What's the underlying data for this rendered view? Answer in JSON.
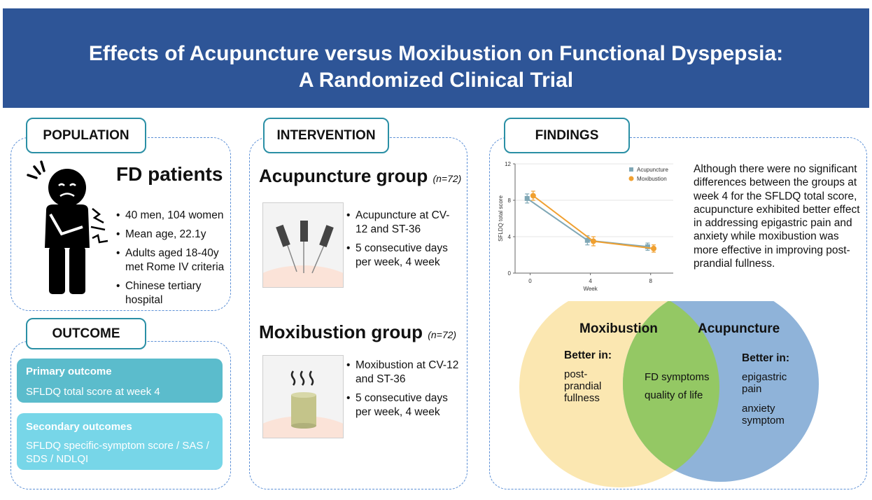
{
  "title": {
    "line1": "Effects of Acupuncture versus Moxibustion on Functional Dyspepsia:",
    "line2": "A Randomized Clinical Trial"
  },
  "population": {
    "tag": "POPULATION",
    "heading": "FD patients",
    "bullets": [
      "40 men, 104 women",
      "Mean age, 22.1y",
      "Adults aged 18-40y met Rome IV criteria",
      "Chinese tertiary hospital"
    ]
  },
  "intervention": {
    "tag": "INTERVENTION",
    "acupuncture": {
      "title": "Acupuncture group",
      "n": "(n=72)",
      "bullets": [
        "Acupuncture at CV-12 and ST-36",
        "5 consecutive days per week, 4 week"
      ]
    },
    "moxibustion": {
      "title": "Moxibustion group",
      "n": "(n=72)",
      "bullets": [
        "Moxibustion at CV-12 and ST-36",
        "5 consecutive days per week, 4 week"
      ]
    }
  },
  "outcome": {
    "tag": "OUTCOME",
    "primary_title": "Primary outcome",
    "primary_text": "SFLDQ total score at week 4",
    "secondary_title": "Secondary outcomes",
    "secondary_text": "SFLDQ specific-symptom score / SAS / SDS / NDLQI"
  },
  "findings": {
    "tag": "FINDINGS",
    "text": "Although there were no significant differences between the groups at week 4 for the SFLDQ total score, acupuncture exhibited better effect in addressing epigastric pain and anxiety while moxibustion was more effective in improving post-prandial fullness."
  },
  "chart_data": {
    "type": "line",
    "x": [
      0,
      4,
      8
    ],
    "xlabel": "Week",
    "ylabel": "SFLDQ total score",
    "xticks": [
      "0",
      "4",
      "8"
    ],
    "yticks": [
      "0",
      "4",
      "8",
      "12"
    ],
    "ylim": [
      0,
      12
    ],
    "grid": true,
    "legend": "top-right",
    "series": [
      {
        "name": "Acupuncture",
        "color": "#7fa7b5",
        "values": [
          8.2,
          3.6,
          2.9
        ],
        "errors": [
          0.5,
          0.5,
          0.4
        ]
      },
      {
        "name": "Moxibustion",
        "color": "#f0a030",
        "values": [
          8.5,
          3.5,
          2.7
        ],
        "errors": [
          0.5,
          0.5,
          0.4
        ]
      }
    ]
  },
  "venn": {
    "left_title": "Moxibustion",
    "right_title": "Acupuncture",
    "left_better": "Better in:",
    "left_items": "post-prandial fullness",
    "center_items": [
      "FD symptoms",
      "quality of life"
    ],
    "right_better": "Better in:",
    "right_items": [
      "epigastric pain",
      "anxiety symptom"
    ],
    "colors": {
      "left": "#fbe7b1",
      "right": "#8fb3d9",
      "overlap": "#94c864"
    }
  },
  "colors": {
    "header": "#2e5597",
    "tag_border": "#2a8fa5",
    "panel_border": "#5b8fd6",
    "primary_box": "#5bbccc",
    "secondary_box": "#77d6e8"
  }
}
